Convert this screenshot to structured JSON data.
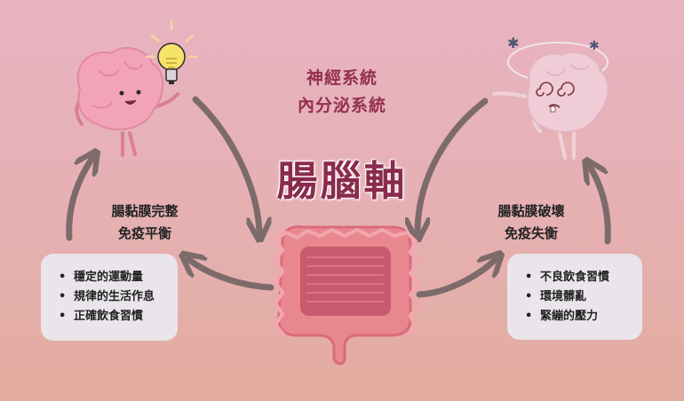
{
  "systems": [
    "神經系統",
    "內分泌系統"
  ],
  "title": "腸腦軸",
  "left": {
    "condition": [
      "腸黏膜完整",
      "免疫平衡"
    ],
    "factors": [
      "穩定的運動量",
      "規律的生活作息",
      "正確飲食習慣"
    ]
  },
  "right": {
    "condition": [
      "腸黏膜破壞",
      "免疫失衡"
    ],
    "factors": [
      "不良飲食習慣",
      "環境髒亂",
      "緊繃的壓力"
    ]
  },
  "colors": {
    "title": "#8a2b4d",
    "systems": "#93304f",
    "arrow": "#7d6b6b",
    "box": "#e9e5ea",
    "brain": "#f2a3b9",
    "intestine": "#e9878f"
  },
  "icons": [
    "happy-brain-icon",
    "lightbulb-icon",
    "dizzy-brain-icon",
    "intestine-icon"
  ]
}
